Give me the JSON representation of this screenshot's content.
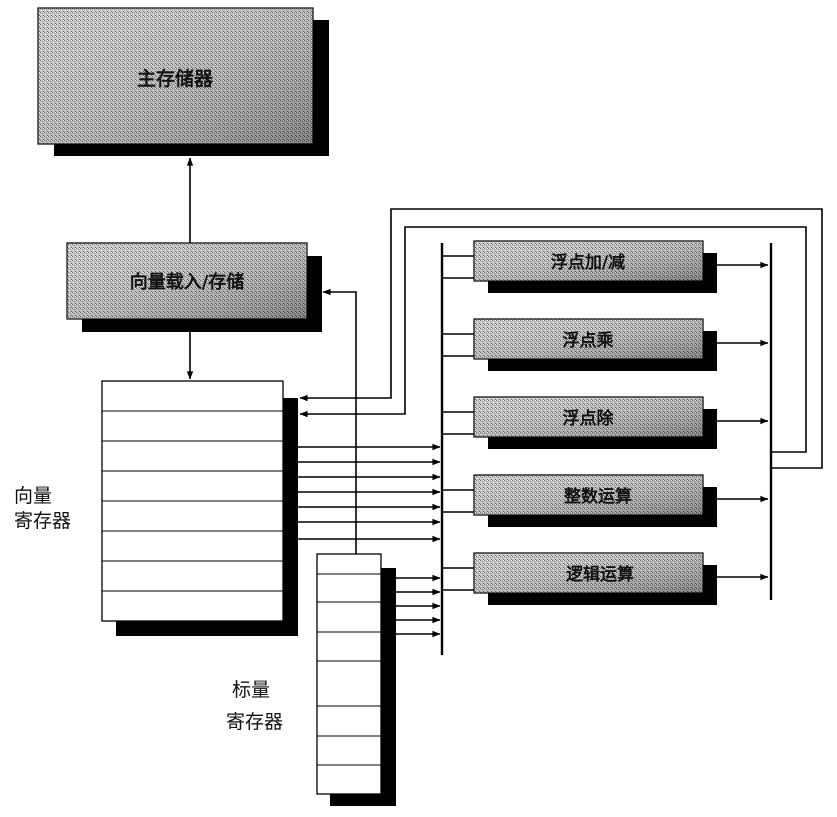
{
  "main_memory": {
    "label": "主存储器"
  },
  "load_store": {
    "label": "向量载入/存储"
  },
  "vector_registers": {
    "label_line1": "向量",
    "label_line2": "寄存器"
  },
  "scalar_registers": {
    "label_line1": "标量",
    "label_line2": "寄存器"
  },
  "functional_units": [
    {
      "label": "浮点加/减"
    },
    {
      "label": "浮点乘"
    },
    {
      "label": "浮点除"
    },
    {
      "label": "整数运算"
    },
    {
      "label": "逻辑运算"
    }
  ]
}
